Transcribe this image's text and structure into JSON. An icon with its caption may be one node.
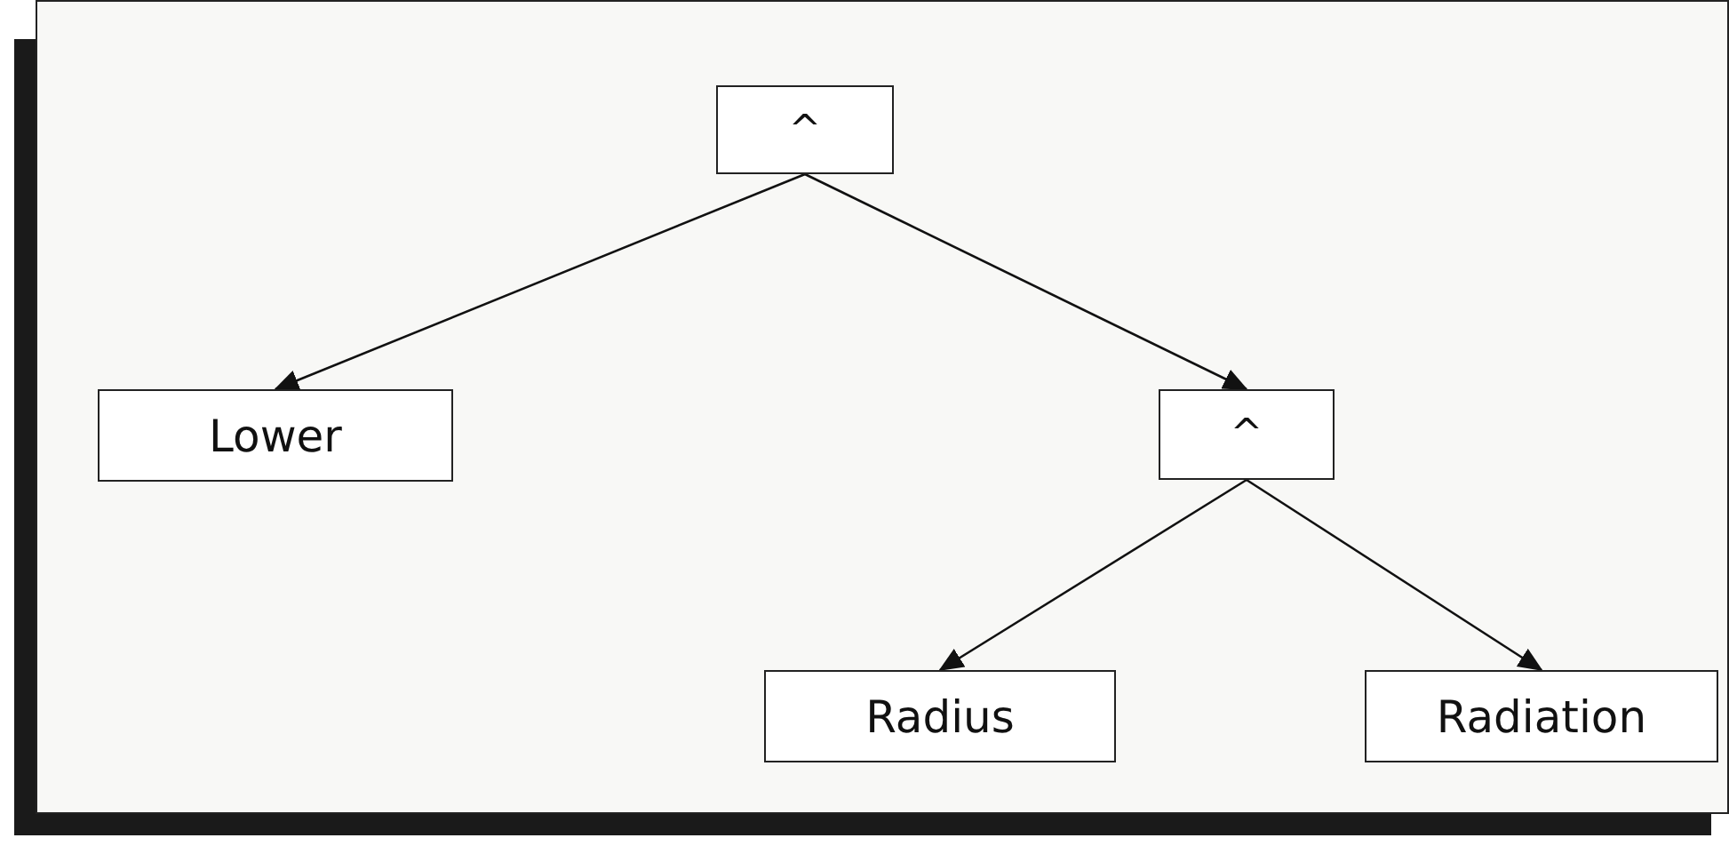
{
  "diagram": {
    "nodes": [
      {
        "text": [
          "^"
        ]
      },
      {
        "text": [
          "Lower"
        ]
      },
      {
        "text": [
          "^"
        ]
      },
      {
        "text": [
          "Radius"
        ]
      },
      {
        "text": [
          "Radiation"
        ]
      }
    ],
    "edges": [
      {
        "from": 0,
        "to": 1,
        "arrow": "to"
      },
      {
        "from": 0,
        "to": 2,
        "arrow": "to"
      },
      {
        "from": 2,
        "to": 3,
        "arrow": "to"
      },
      {
        "from": 2,
        "to": 4,
        "arrow": "to"
      }
    ]
  }
}
